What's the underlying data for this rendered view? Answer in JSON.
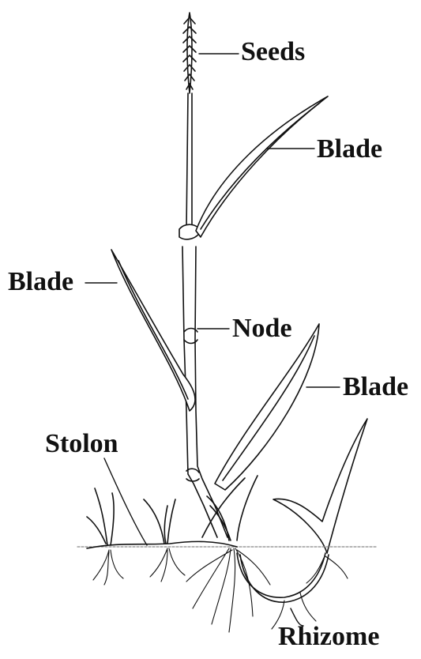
{
  "labels": {
    "seeds": "Seeds",
    "blade_upper": "Blade",
    "blade_left": "Blade",
    "node": "Node",
    "blade_lower": "Blade",
    "stolon": "Stolon",
    "rhizome": "Rhizome"
  },
  "colors": {
    "ink": "#111111",
    "background": "#ffffff",
    "soil": "#888888"
  }
}
